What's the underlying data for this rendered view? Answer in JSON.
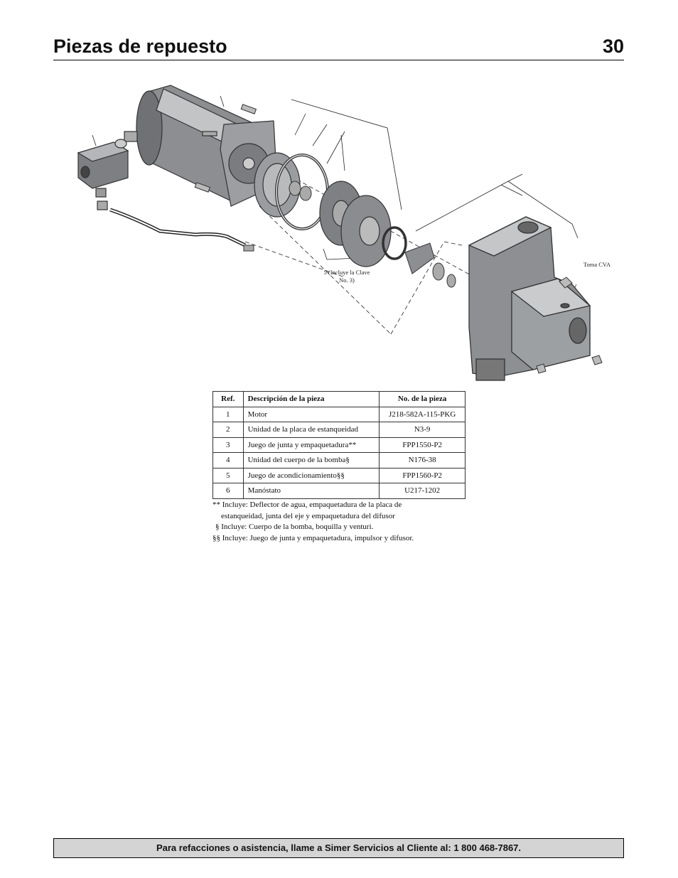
{
  "header": {
    "title": "Piezas de repuesto",
    "page_number": "30"
  },
  "diagram": {
    "callout_impeller": "5 (Incluye la Clave",
    "callout_impeller_2": "No. 3)",
    "callout_cva": "Toma CVA"
  },
  "table": {
    "headers": {
      "ref": "Ref.",
      "desc": "Descripción de la pieza",
      "num": "No. de la pieza"
    },
    "rows": [
      {
        "ref": "1",
        "desc": "Motor",
        "num": "J218-582A-115-PKG"
      },
      {
        "ref": "2",
        "desc": "Unidad de la placa de estanqueidad",
        "num": "N3-9"
      },
      {
        "ref": "3",
        "desc": "Juego de junta y empaquetadura**",
        "num": "FPP1550-P2"
      },
      {
        "ref": "4",
        "desc": "Unidad del cuerpo de la bomba§",
        "num": "N176-38"
      },
      {
        "ref": "5",
        "desc": "Juego de acondicionamiento§§",
        "num": "FPP1560-P2"
      },
      {
        "ref": "6",
        "desc": "Manóstato",
        "num": "U217-1202"
      }
    ]
  },
  "notes": {
    "n1": "** Incluye: Deflector de agua, empaquetadura de la placa de",
    "n1b": "estanqueidad, junta del eje y empaquetadura del difusor",
    "n2": "§ Incluye: Cuerpo de la bomba, boquilla y venturi.",
    "n3": "§§ Incluye: Juego de junta y empaquetadura, impulsor y difusor."
  },
  "footer": {
    "text": "Para refacciones o asistencia, llame a Simer Servicios al Cliente al: 1 800 468-7867."
  }
}
